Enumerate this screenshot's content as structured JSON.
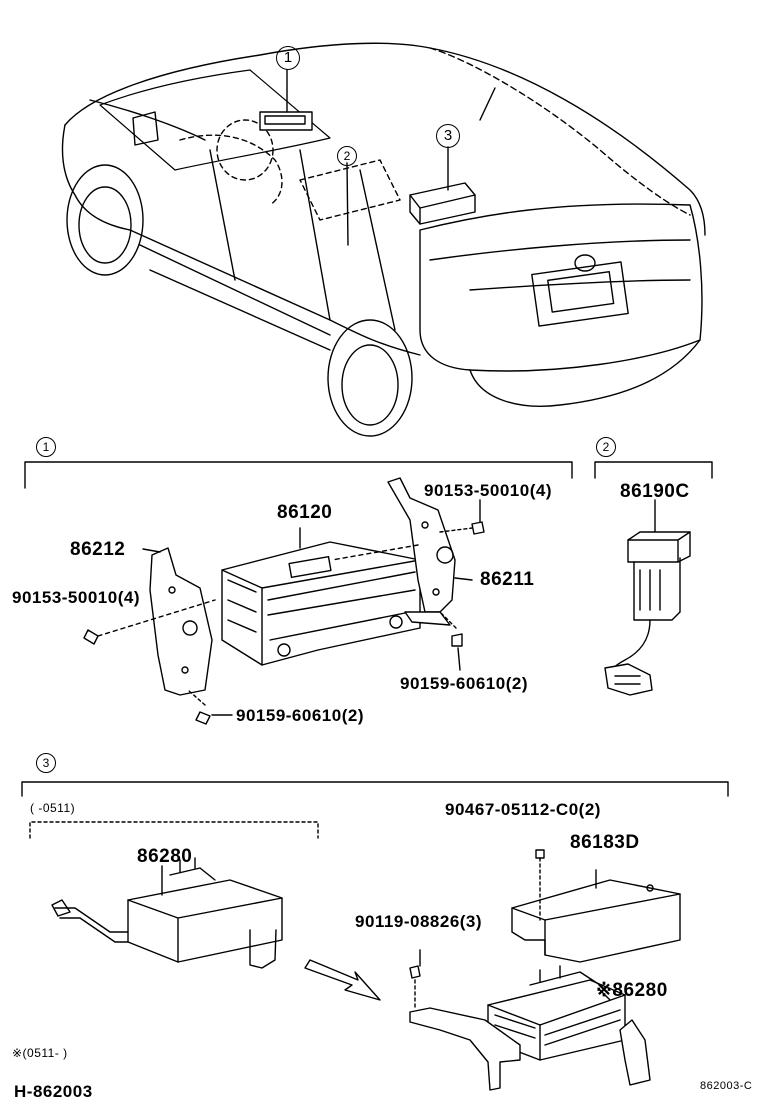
{
  "callouts": {
    "car": [
      "1",
      "2",
      "3"
    ],
    "section1": "1",
    "section2": "2",
    "section3": "3"
  },
  "section1": {
    "labels": {
      "p86120": "86120",
      "p86212": "86212",
      "p86211": "86211",
      "screw_right_top": "90153-50010(4)",
      "screw_left": "90153-50010(4)",
      "screw_right_bottom": "90159-60610(2)",
      "screw_left_bottom": "90159-60610(2)"
    }
  },
  "section2": {
    "labels": {
      "p86190c": "86190C"
    }
  },
  "section3": {
    "range_note": "(   -0511)",
    "labels": {
      "p86280_left": "86280",
      "bolt_top": "90467-05112-C0(2)",
      "p86183d": "86183D",
      "bolt_left": "90119-08826(3)",
      "p86280_right": "※86280"
    },
    "footnote": "※(0511-    )"
  },
  "footer": {
    "diagram_id": "H-862003",
    "ref_code": "862003-C"
  }
}
